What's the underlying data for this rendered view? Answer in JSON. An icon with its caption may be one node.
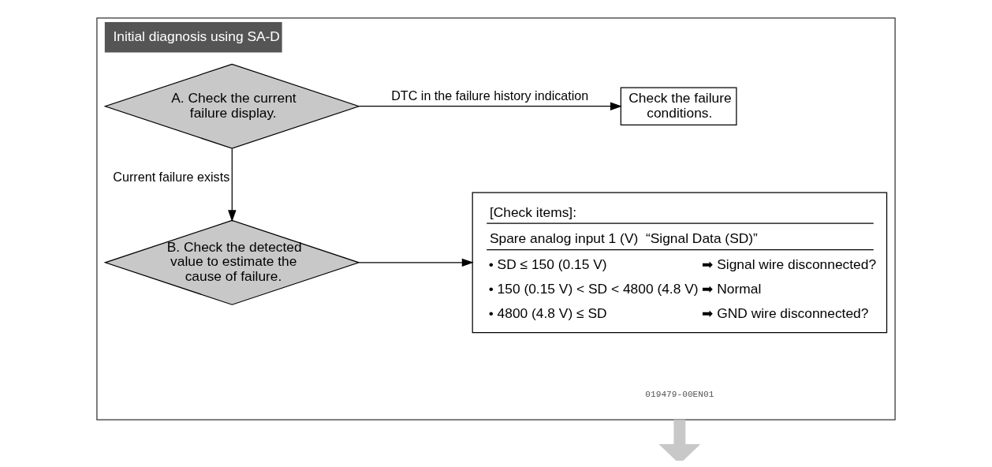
{
  "diagram": {
    "nodes": [
      {
        "text": [
          "Initial diagnosis using SA-D"
        ]
      },
      {
        "text": [
          "A. Check the current failure display."
        ],
        "in": 0
      },
      {
        "text": [
          "Check the failure conditions."
        ],
        "in": 0
      },
      {
        "text": [
          "B. Check the detected value to estimate the cause of failure."
        ],
        "in": 0
      },
      {
        "text": [
          "[Check items]:",
          "Spare analog input 1 (V)  “Signal Data (SD)”",
          "• SD ≤ 150 (0.15 V)",
          "➡ Signal wire disconnected?",
          "• 150 (0.15 V) < SD < 4800 (4.8 V)",
          "➡ Normal",
          "• 4800 (4.8 V) ≤ SD",
          "➡ GND wire disconnected?"
        ],
        "in": 0
      }
    ],
    "edges": [
      {
        "from": 1,
        "to": 2,
        "arrow": "to",
        "label": "DTC in the failure history indication"
      },
      {
        "from": 1,
        "to": 3,
        "arrow": "to",
        "label": "Current failure exists"
      },
      {
        "from": 3,
        "to": 4,
        "arrow": "to"
      },
      {
        "from": 0,
        "to": null,
        "arrow": "to",
        "style": "thick",
        "color": "#c8c8c8"
      }
    ],
    "labels": [
      "019479-00EN01"
    ]
  }
}
